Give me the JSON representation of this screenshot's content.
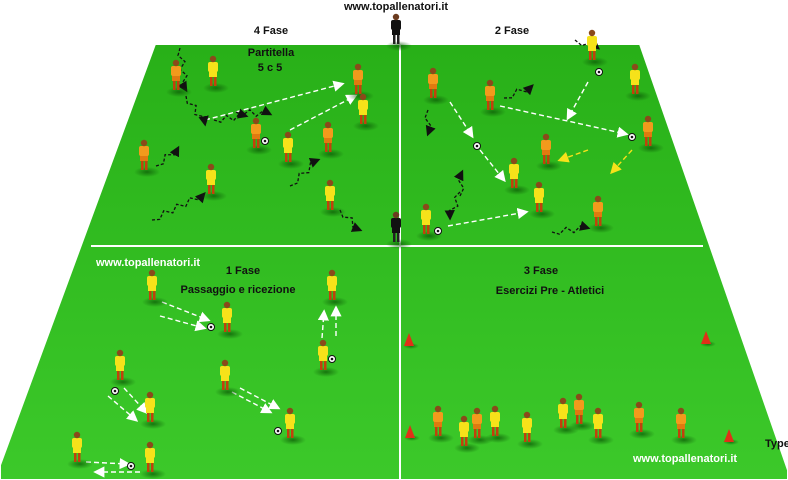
{
  "site": "www.topallenatori.it",
  "watermark_left": "www.topallenatori.it",
  "watermark_right": "www.topallenatori.it",
  "corner_text": "Type",
  "phases": {
    "phase4": {
      "title": "4 Fase",
      "subtitle_line1": "Partitella",
      "subtitle_line2": "5 c 5"
    },
    "phase2": {
      "title": "2 Fase"
    },
    "phase1": {
      "title": "1  Fase",
      "subtitle": "Passaggio e ricezione"
    },
    "phase3": {
      "title": "3  Fase",
      "subtitle": "Esercizi Pre - Atletici"
    }
  },
  "colors": {
    "pitch": "#2fbd1c",
    "pitch_dark": "#1f9a12",
    "lines": "#ffffff",
    "team_yellow": "#f6e21a",
    "team_orange": "#f29a1c",
    "referee": "#111111",
    "cone": "#e03018"
  }
}
